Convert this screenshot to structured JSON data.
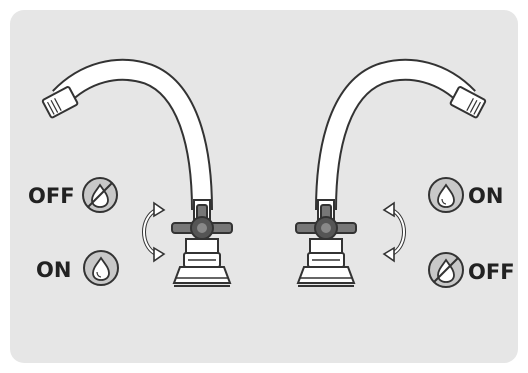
{
  "labels": {
    "left_top": "OFF",
    "left_bottom": "ON",
    "right_top": "ON",
    "right_bottom": "OFF"
  },
  "icons": {
    "drop_on": "water-drop-icon",
    "drop_off": "water-drop-crossed-icon",
    "rotate": "rotate-arrows-icon",
    "faucet": "faucet-icon"
  },
  "colors": {
    "background": "#e6e6e6",
    "icon_circle": "#c8c8c8",
    "line": "#333333",
    "faucet_fill": "#ffffff",
    "handle": "#666666"
  }
}
